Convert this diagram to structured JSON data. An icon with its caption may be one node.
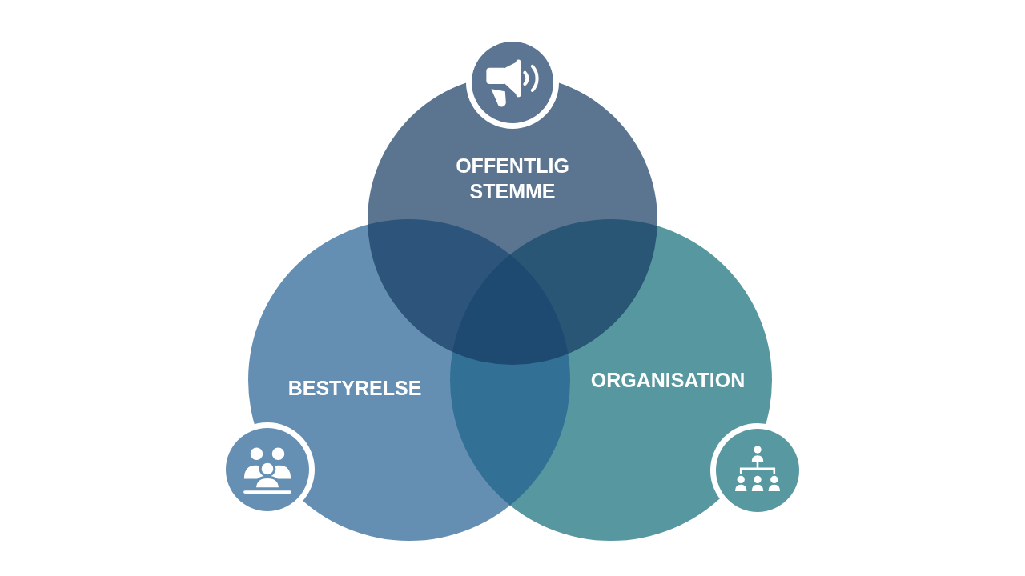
{
  "diagram": {
    "nodes": [
      {
        "text": [
          "OFFENTLIG STEMME"
        ]
      },
      {
        "text": [
          "BESTYRELSE"
        ]
      },
      {
        "text": [
          "ORGANISATION"
        ]
      }
    ]
  }
}
